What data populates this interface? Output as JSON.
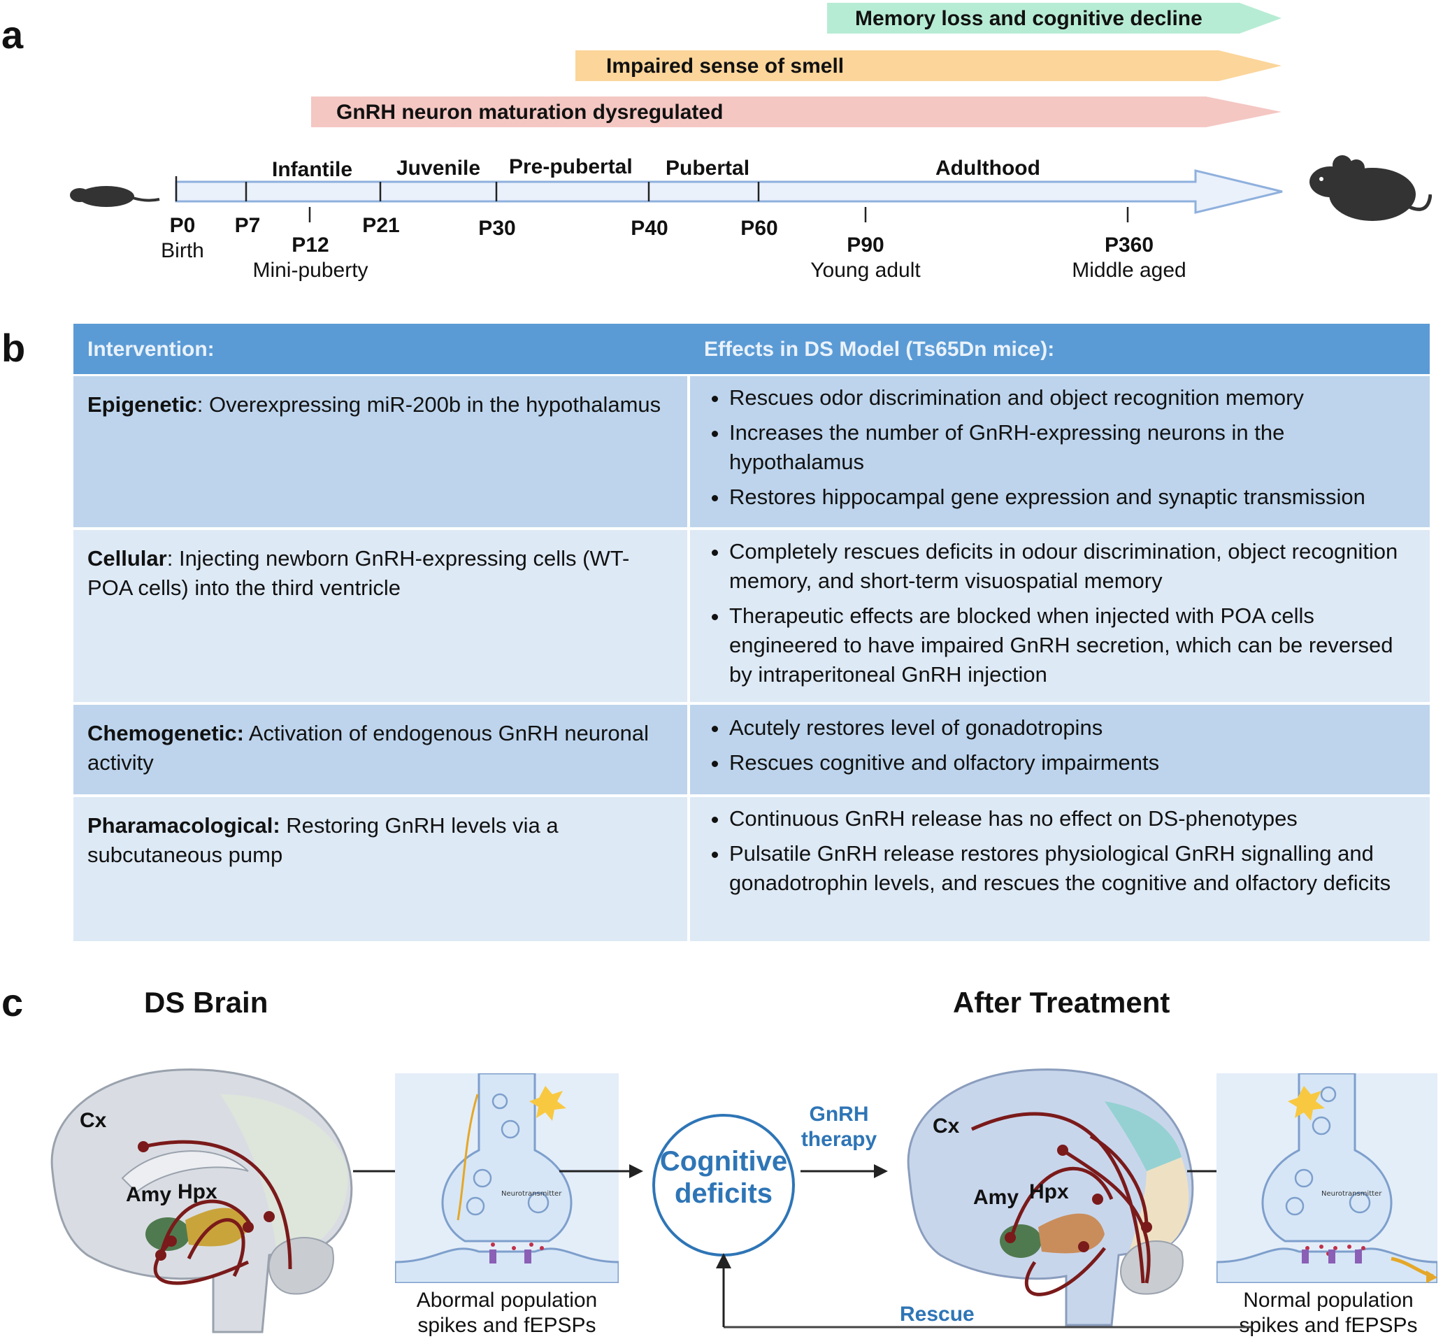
{
  "panel_a": {
    "letter": "a",
    "banners": [
      {
        "label": "Memory loss and cognitive decline",
        "color": "#b7ecd4"
      },
      {
        "label": "Impaired sense of smell",
        "color": "#fbd59a"
      },
      {
        "label": "GnRH neuron maturation dysregulated",
        "color": "#f4c7c3"
      }
    ],
    "stages": [
      "Infantile",
      "Juvenile",
      "Pre-pubertal",
      "Pubertal",
      "Adulthood"
    ],
    "ticks": [
      {
        "label": "P0",
        "sub": "Birth"
      },
      {
        "label": "P7",
        "sub": ""
      },
      {
        "label": "P12",
        "sub": "Mini-puberty"
      },
      {
        "label": "P21",
        "sub": ""
      },
      {
        "label": "P30",
        "sub": ""
      },
      {
        "label": "P40",
        "sub": ""
      },
      {
        "label": "P60",
        "sub": ""
      },
      {
        "label": "P90",
        "sub": "Young adult"
      },
      {
        "label": "P360",
        "sub": "Middle aged"
      }
    ],
    "icons": [
      "newborn-mouse-icon",
      "adult-mouse-icon"
    ]
  },
  "panel_b": {
    "letter": "b",
    "header": {
      "col1": "Intervention:",
      "col2": "Effects in DS Model (Ts65Dn mice):"
    },
    "rows": [
      {
        "type": "Epigenetic",
        "sep": ":",
        "desc": " Overexpressing miR-200b in the hypothalamus",
        "effects": [
          "Rescues odor discrimination and object recognition memory",
          "Increases the number of GnRH-expressing neurons in the hypothalamus",
          "Restores hippocampal gene expression and synaptic transmission"
        ]
      },
      {
        "type": "Cellular",
        "sep": ":",
        "desc": " Injecting newborn GnRH-expressing cells (WT-POA cells) into the third ventricle",
        "effects": [
          "Completely rescues deficits in odour discrimination, object recognition memory, and short-term visuospatial memory",
          "Therapeutic effects are blocked when injected with POA cells engineered to have impaired GnRH secretion, which can be reversed by intraperitoneal GnRH injection"
        ]
      },
      {
        "type": "Chemogenetic:",
        "sep": "",
        "desc": " Activation of endogenous GnRH neuronal activity",
        "effects": [
          "Acutely restores level of gonadotropins",
          "Rescues cognitive and olfactory impairments"
        ]
      },
      {
        "type": "Pharamacological:",
        "sep": "",
        "desc": " Restoring GnRH levels via a subcutaneous pump",
        "effects": [
          "Continuous GnRH release has no effect on DS-phenotypes",
          "Pulsatile GnRH release restores physiological GnRH signalling and gonadotrophin levels, and rescues the cognitive and olfactory deficits"
        ]
      }
    ]
  },
  "panel_c": {
    "letter": "c",
    "left_title": "DS Brain",
    "right_title": "After Treatment",
    "brain_labels": {
      "cx": "Cx",
      "amy": "Amy",
      "hpx": "Hpx"
    },
    "left_caption": [
      "Abormal population",
      "spikes and  fEPSPs"
    ],
    "right_caption": [
      "Normal population",
      "spikes and  fEPSPs"
    ],
    "circle_text": [
      "Cognitive",
      "deficits"
    ],
    "therapy_label": [
      "GnRH",
      "therapy"
    ],
    "rescue_label": "Rescue",
    "synapse_text": "Neurotransmitter",
    "accent": "#2e75b6",
    "neuron_color": "#7a1a1a"
  }
}
